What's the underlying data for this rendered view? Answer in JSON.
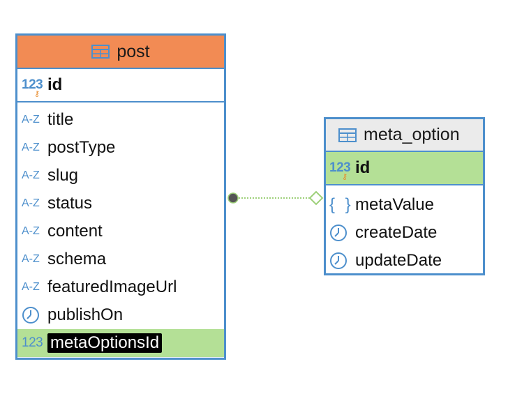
{
  "post": {
    "title": "post",
    "pk": "id",
    "columns": [
      "title",
      "postType",
      "slug",
      "status",
      "content",
      "schema",
      "featuredImageUrl",
      "publishOn",
      "metaOptionsId"
    ]
  },
  "meta_option": {
    "title": "meta_option",
    "pk": "id",
    "columns": [
      "metaValue",
      "createDate",
      "updateDate"
    ]
  },
  "icons": {
    "numeric": "123",
    "text": "A-Z",
    "json": "{ }",
    "table": "table-icon",
    "clock": "clock-icon",
    "key": "key-icon"
  },
  "colors": {
    "border": "#4d8fcc",
    "post_header": "#f28b54",
    "meta_header": "#ebebeb",
    "highlight": "#b4e096",
    "connector": "#9ed07a"
  }
}
